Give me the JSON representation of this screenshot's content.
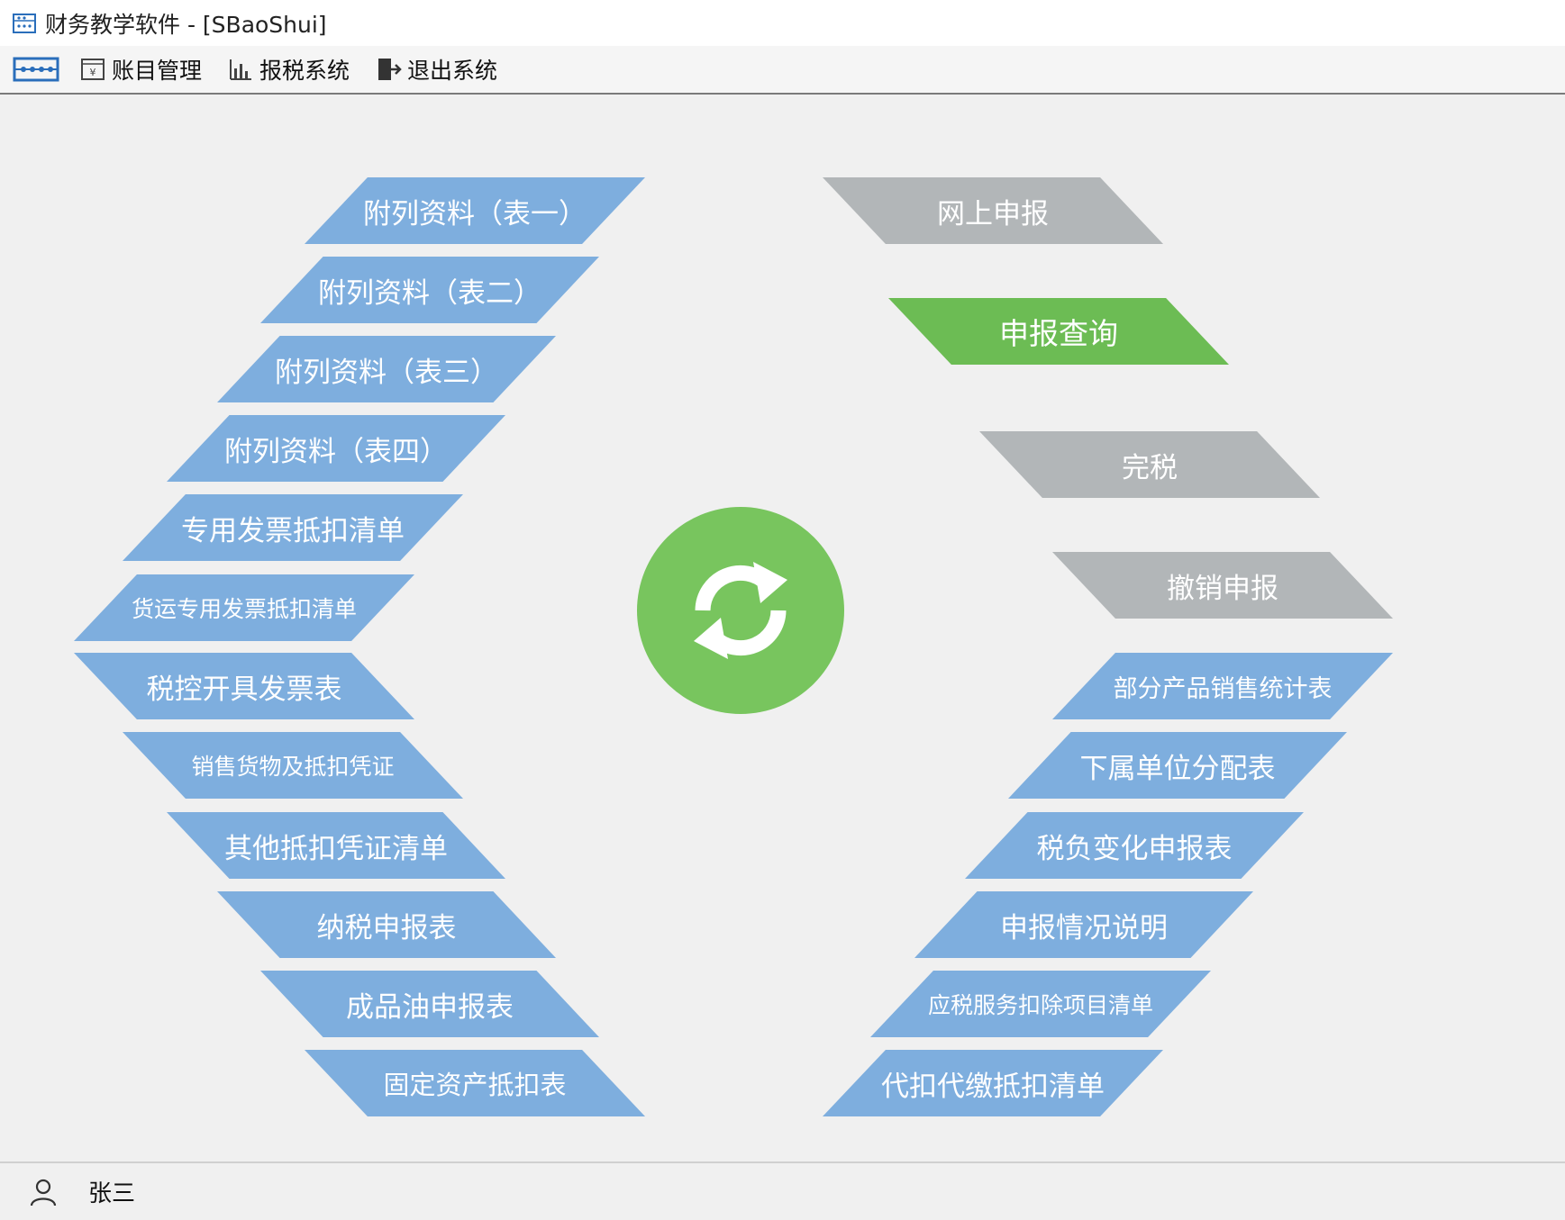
{
  "window": {
    "title": "财务教学软件 - [SBaoShui]"
  },
  "menu": {
    "accounts": "账目管理",
    "tax_system": "报税系统",
    "exit": "退出系统"
  },
  "left_buttons": [
    "附列资料（表一）",
    "附列资料（表二）",
    "附列资料（表三）",
    "附列资料（表四）",
    "专用发票抵扣清单",
    "货运专用发票抵扣清单",
    "税控开具发票表",
    "销售货物及抵扣凭证",
    "其他抵扣凭证清单",
    "纳税申报表",
    "成品油申报表",
    "固定资产抵扣表"
  ],
  "right_actions": [
    {
      "label": "网上申报",
      "state": "disabled"
    },
    {
      "label": "申报查询",
      "state": "active"
    },
    {
      "label": "完税",
      "state": "disabled"
    },
    {
      "label": "撤销申报",
      "state": "disabled"
    }
  ],
  "right_buttons": [
    "部分产品销售统计表",
    "下属单位分配表",
    "税负变化申报表",
    "申报情况说明",
    "应税服务扣除项目清单",
    "代扣代缴抵扣清单"
  ],
  "status": {
    "user": "张三"
  },
  "colors": {
    "blue": "#7eaede",
    "gray": "#b2b6b8",
    "green": "#6cbc54",
    "refresh_circle": "#78c55e"
  }
}
